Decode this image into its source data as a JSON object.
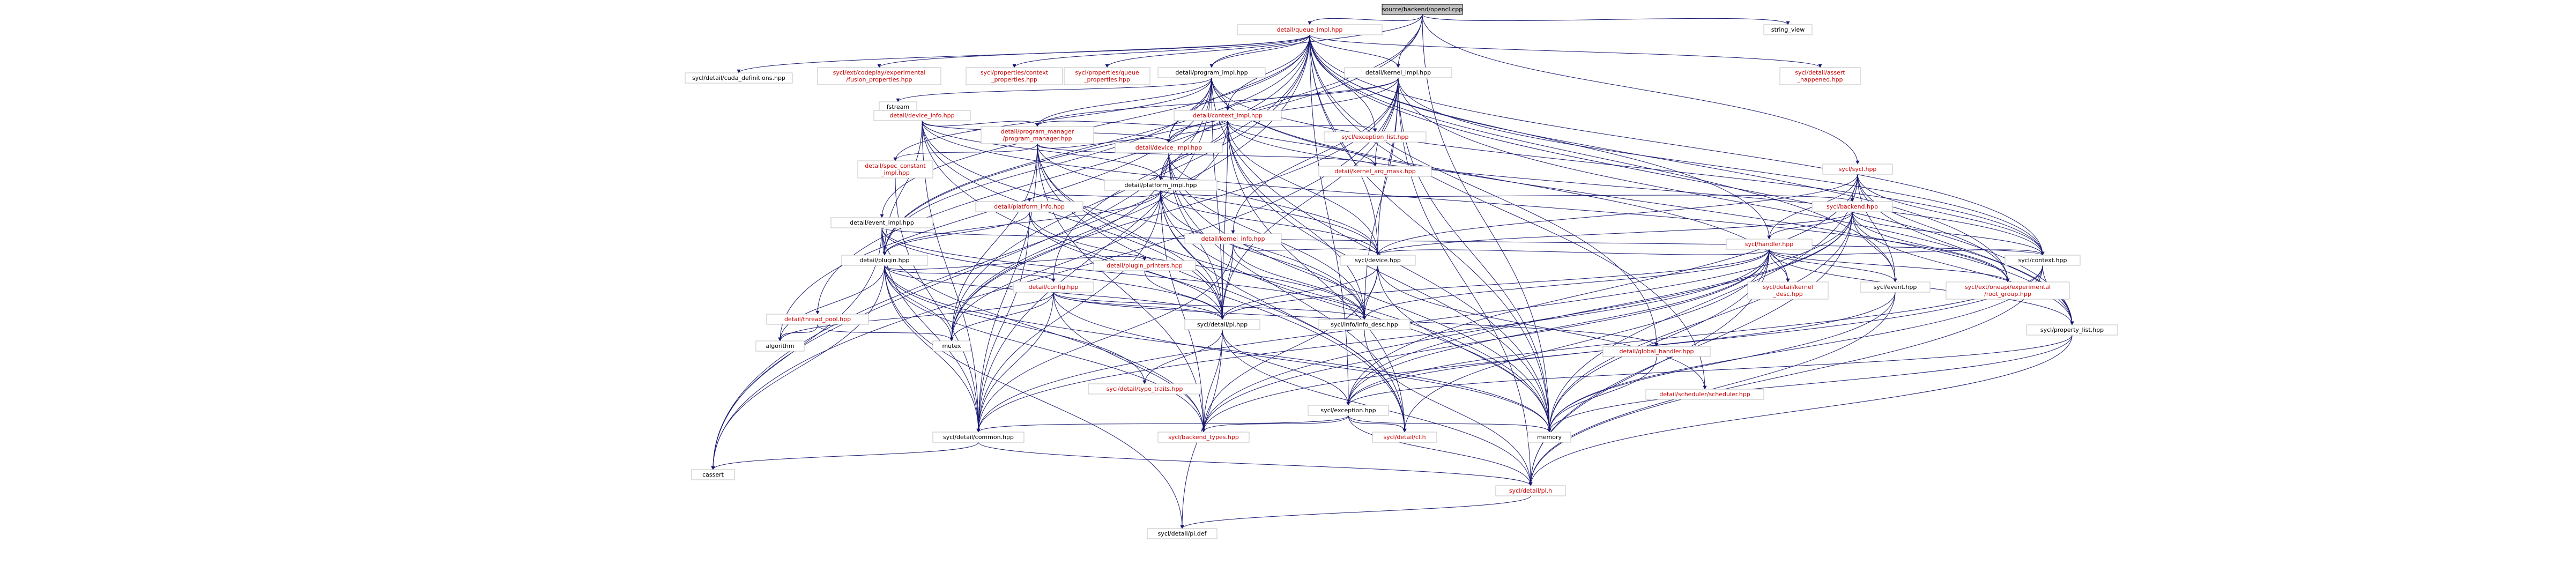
{
  "graph": {
    "root": "source/backend/opencl.cpp",
    "nodes": [
      {
        "id": "root",
        "lines": [
          "source/backend/opencl.cpp"
        ],
        "color": "black",
        "root": true
      },
      {
        "id": "queue",
        "lines": [
          "detail/queue_impl.hpp"
        ],
        "color": "red"
      },
      {
        "id": "strview",
        "lines": [
          "string_view"
        ],
        "color": "black"
      },
      {
        "id": "cuda",
        "lines": [
          "sycl/detail/cuda_definitions.hpp"
        ],
        "color": "black"
      },
      {
        "id": "fusion",
        "lines": [
          "sycl/ext/codeplay/experimental",
          "/fusion_properties.hpp"
        ],
        "color": "red"
      },
      {
        "id": "ctxprops",
        "lines": [
          "sycl/properties/context",
          "_properties.hpp"
        ],
        "color": "red"
      },
      {
        "id": "qprops",
        "lines": [
          "sycl/properties/queue",
          "_properties.hpp"
        ],
        "color": "red"
      },
      {
        "id": "program",
        "lines": [
          "detail/program_impl.hpp"
        ],
        "color": "black"
      },
      {
        "id": "kernel",
        "lines": [
          "detail/kernel_impl.hpp"
        ],
        "color": "black"
      },
      {
        "id": "assert",
        "lines": [
          "sycl/detail/assert",
          "_happened.hpp"
        ],
        "color": "red"
      },
      {
        "id": "fstream",
        "lines": [
          "fstream"
        ],
        "color": "black"
      },
      {
        "id": "devinfo",
        "lines": [
          "detail/device_info.hpp"
        ],
        "color": "red"
      },
      {
        "id": "ctximpl",
        "lines": [
          "detail/context_impl.hpp"
        ],
        "color": "red"
      },
      {
        "id": "progmgr",
        "lines": [
          "detail/program_manager",
          "/program_manager.hpp"
        ],
        "color": "red"
      },
      {
        "id": "devimpl",
        "lines": [
          "detail/device_impl.hpp"
        ],
        "color": "red"
      },
      {
        "id": "exclist",
        "lines": [
          "sycl/exception_list.hpp"
        ],
        "color": "red"
      },
      {
        "id": "specconst",
        "lines": [
          "detail/spec_constant",
          "_impl.hpp"
        ],
        "color": "red"
      },
      {
        "id": "kargmask",
        "lines": [
          "detail/kernel_arg_mask.hpp"
        ],
        "color": "red"
      },
      {
        "id": "platimpl",
        "lines": [
          "detail/platform_impl.hpp"
        ],
        "color": "black"
      },
      {
        "id": "syclhpp",
        "lines": [
          "sycl/sycl.hpp"
        ],
        "color": "red"
      },
      {
        "id": "evimpl",
        "lines": [
          "detail/event_impl.hpp"
        ],
        "color": "black"
      },
      {
        "id": "platinfo",
        "lines": [
          "detail/platform_info.hpp"
        ],
        "color": "red"
      },
      {
        "id": "backend",
        "lines": [
          "sycl/backend.hpp"
        ],
        "color": "red"
      },
      {
        "id": "kinfo",
        "lines": [
          "detail/kernel_info.hpp"
        ],
        "color": "red"
      },
      {
        "id": "plugin",
        "lines": [
          "detail/plugin.hpp"
        ],
        "color": "black"
      },
      {
        "id": "handler",
        "lines": [
          "sycl/handler.hpp"
        ],
        "color": "red"
      },
      {
        "id": "threadpool",
        "lines": [
          "detail/thread_pool.hpp"
        ],
        "color": "red"
      },
      {
        "id": "config",
        "lines": [
          "detail/config.hpp"
        ],
        "color": "red"
      },
      {
        "id": "plugprint",
        "lines": [
          "detail/plugin_printers.hpp"
        ],
        "color": "red"
      },
      {
        "id": "device",
        "lines": [
          "sycl/device.hpp"
        ],
        "color": "black"
      },
      {
        "id": "kdesc",
        "lines": [
          "sycl/detail/kernel",
          "_desc.hpp"
        ],
        "color": "red"
      },
      {
        "id": "event",
        "lines": [
          "sycl/event.hpp"
        ],
        "color": "black"
      },
      {
        "id": "rootgroup",
        "lines": [
          "sycl/ext/oneapi/experimental",
          "/root_group.hpp"
        ],
        "color": "red"
      },
      {
        "id": "context",
        "lines": [
          "sycl/context.hpp"
        ],
        "color": "black"
      },
      {
        "id": "algorithm",
        "lines": [
          "algorithm"
        ],
        "color": "black"
      },
      {
        "id": "mutex",
        "lines": [
          "mutex"
        ],
        "color": "black"
      },
      {
        "id": "pihpp",
        "lines": [
          "sycl/detail/pi.hpp"
        ],
        "color": "black"
      },
      {
        "id": "infodesc",
        "lines": [
          "sycl/info/info_desc.hpp"
        ],
        "color": "black"
      },
      {
        "id": "globalh",
        "lines": [
          "detail/global_handler.hpp"
        ],
        "color": "red"
      },
      {
        "id": "proplist",
        "lines": [
          "sycl/property_list.hpp"
        ],
        "color": "black"
      },
      {
        "id": "sched",
        "lines": [
          "detail/scheduler/scheduler.hpp"
        ],
        "color": "red"
      },
      {
        "id": "typetraits",
        "lines": [
          "sycl/detail/type_traits.hpp"
        ],
        "color": "red"
      },
      {
        "id": "exception",
        "lines": [
          "sycl/exception.hpp"
        ],
        "color": "black"
      },
      {
        "id": "common",
        "lines": [
          "sycl/detail/common.hpp"
        ],
        "color": "black"
      },
      {
        "id": "btypes",
        "lines": [
          "sycl/backend_types.hpp"
        ],
        "color": "red"
      },
      {
        "id": "clh",
        "lines": [
          "sycl/detail/cl.h"
        ],
        "color": "red"
      },
      {
        "id": "memory",
        "lines": [
          "memory"
        ],
        "color": "black"
      },
      {
        "id": "cassert",
        "lines": [
          "cassert"
        ],
        "color": "black"
      },
      {
        "id": "pih",
        "lines": [
          "sycl/detail/pi.h"
        ],
        "color": "red"
      },
      {
        "id": "pidef",
        "lines": [
          "sycl/detail/pi.def"
        ],
        "color": "black"
      }
    ],
    "edges": [
      [
        "root",
        "queue"
      ],
      [
        "root",
        "strview"
      ],
      [
        "root",
        "syclhpp"
      ],
      [
        "root",
        "plugin"
      ],
      [
        "root",
        "platimpl"
      ],
      [
        "root",
        "memory"
      ],
      [
        "root",
        "program"
      ],
      [
        "root",
        "kernel"
      ],
      [
        "queue",
        "cuda"
      ],
      [
        "queue",
        "fusion"
      ],
      [
        "queue",
        "ctxprops"
      ],
      [
        "queue",
        "qprops"
      ],
      [
        "queue",
        "assert"
      ],
      [
        "queue",
        "kernel"
      ],
      [
        "queue",
        "program"
      ],
      [
        "queue",
        "ctximpl"
      ],
      [
        "queue",
        "devimpl"
      ],
      [
        "queue",
        "evimpl"
      ],
      [
        "queue",
        "plugin"
      ],
      [
        "queue",
        "threadpool"
      ],
      [
        "queue",
        "config"
      ],
      [
        "queue",
        "exclist"
      ],
      [
        "queue",
        "handler"
      ],
      [
        "queue",
        "device"
      ],
      [
        "queue",
        "context"
      ],
      [
        "queue",
        "proplist"
      ],
      [
        "queue",
        "exception"
      ],
      [
        "queue",
        "globalh"
      ],
      [
        "queue",
        "sched"
      ],
      [
        "queue",
        "memory"
      ],
      [
        "queue",
        "cassert"
      ],
      [
        "queue",
        "mutex"
      ],
      [
        "queue",
        "event"
      ],
      [
        "queue",
        "rootgroup"
      ],
      [
        "program",
        "fstream"
      ],
      [
        "program",
        "ctximpl"
      ],
      [
        "program",
        "devimpl"
      ],
      [
        "program",
        "progmgr"
      ],
      [
        "program",
        "specconst"
      ],
      [
        "program",
        "plugin"
      ],
      [
        "program",
        "kdesc"
      ],
      [
        "program",
        "context"
      ],
      [
        "program",
        "proplist"
      ],
      [
        "program",
        "memory"
      ],
      [
        "program",
        "pihpp"
      ],
      [
        "program",
        "common"
      ],
      [
        "program",
        "algorithm"
      ],
      [
        "program",
        "cassert"
      ],
      [
        "kernel",
        "ctximpl"
      ],
      [
        "kernel",
        "devimpl"
      ],
      [
        "kernel",
        "kargmask"
      ],
      [
        "kernel",
        "kinfo"
      ],
      [
        "kernel",
        "progmgr"
      ],
      [
        "kernel",
        "device"
      ],
      [
        "kernel",
        "pihpp"
      ],
      [
        "kernel",
        "infodesc"
      ],
      [
        "kernel",
        "memory"
      ],
      [
        "kernel",
        "pih"
      ],
      [
        "kernel",
        "cassert"
      ],
      [
        "kernel",
        "mutex"
      ],
      [
        "kernel",
        "context"
      ],
      [
        "kernel",
        "proplist"
      ],
      [
        "devinfo",
        "devimpl"
      ],
      [
        "devinfo",
        "progmgr"
      ],
      [
        "devinfo",
        "platimpl"
      ],
      [
        "devinfo",
        "plugin"
      ],
      [
        "devinfo",
        "pihpp"
      ],
      [
        "devinfo",
        "infodesc"
      ],
      [
        "devinfo",
        "rootgroup"
      ],
      [
        "devinfo",
        "common"
      ],
      [
        "devinfo",
        "clh"
      ],
      [
        "ctximpl",
        "progmgr"
      ],
      [
        "ctximpl",
        "devimpl"
      ],
      [
        "ctximpl",
        "platimpl"
      ],
      [
        "ctximpl",
        "exclist"
      ],
      [
        "ctximpl",
        "kargmask"
      ],
      [
        "ctximpl",
        "context"
      ],
      [
        "ctximpl",
        "infodesc"
      ],
      [
        "ctximpl",
        "pihpp"
      ],
      [
        "ctximpl",
        "memory"
      ],
      [
        "ctximpl",
        "mutex"
      ],
      [
        "ctximpl",
        "clh"
      ],
      [
        "ctximpl",
        "device"
      ],
      [
        "progmgr",
        "specconst"
      ],
      [
        "progmgr",
        "devimpl"
      ],
      [
        "progmgr",
        "kargmask"
      ],
      [
        "progmgr",
        "device"
      ],
      [
        "progmgr",
        "pihpp"
      ],
      [
        "progmgr",
        "common"
      ],
      [
        "progmgr",
        "memory"
      ],
      [
        "progmgr",
        "mutex"
      ],
      [
        "progmgr",
        "btypes"
      ],
      [
        "progmgr",
        "clh"
      ],
      [
        "devimpl",
        "platimpl"
      ],
      [
        "devimpl",
        "pihpp"
      ],
      [
        "devimpl",
        "device"
      ],
      [
        "devimpl",
        "infodesc"
      ],
      [
        "devimpl",
        "memory"
      ],
      [
        "devimpl",
        "mutex"
      ],
      [
        "devimpl",
        "clh"
      ],
      [
        "specconst",
        "common"
      ],
      [
        "platimpl",
        "platinfo"
      ],
      [
        "platimpl",
        "plugin"
      ],
      [
        "platimpl",
        "pihpp"
      ],
      [
        "platimpl",
        "infodesc"
      ],
      [
        "platimpl",
        "device"
      ],
      [
        "platimpl",
        "backend"
      ],
      [
        "platimpl",
        "common"
      ],
      [
        "platimpl",
        "memory"
      ],
      [
        "platimpl",
        "btypes"
      ],
      [
        "platimpl",
        "clh"
      ],
      [
        "platimpl",
        "mutex"
      ],
      [
        "syclhpp",
        "backend"
      ],
      [
        "syclhpp",
        "handler"
      ],
      [
        "syclhpp",
        "device"
      ],
      [
        "syclhpp",
        "event"
      ],
      [
        "syclhpp",
        "context"
      ],
      [
        "syclhpp",
        "proplist"
      ],
      [
        "syclhpp",
        "exception"
      ],
      [
        "syclhpp",
        "rootgroup"
      ],
      [
        "syclhpp",
        "memory"
      ],
      [
        "evimpl",
        "plugin"
      ],
      [
        "evimpl",
        "infodesc"
      ],
      [
        "evimpl",
        "pihpp"
      ],
      [
        "evimpl",
        "cassert"
      ],
      [
        "evimpl",
        "context"
      ],
      [
        "evimpl",
        "btypes"
      ],
      [
        "evimpl",
        "common"
      ],
      [
        "platinfo",
        "plugin"
      ],
      [
        "platinfo",
        "pihpp"
      ],
      [
        "platinfo",
        "infodesc"
      ],
      [
        "platinfo",
        "common"
      ],
      [
        "backend",
        "handler"
      ],
      [
        "backend",
        "device"
      ],
      [
        "backend",
        "event"
      ],
      [
        "backend",
        "context"
      ],
      [
        "backend",
        "proplist"
      ],
      [
        "backend",
        "exception"
      ],
      [
        "backend",
        "memory"
      ],
      [
        "backend",
        "pih"
      ],
      [
        "backend",
        "btypes"
      ],
      [
        "backend",
        "common"
      ],
      [
        "backend",
        "rootgroup"
      ],
      [
        "kinfo",
        "device"
      ],
      [
        "kinfo",
        "pihpp"
      ],
      [
        "kinfo",
        "infodesc"
      ],
      [
        "kinfo",
        "common"
      ],
      [
        "plugin",
        "config"
      ],
      [
        "plugin",
        "plugprint"
      ],
      [
        "plugin",
        "pihpp"
      ],
      [
        "plugin",
        "mutex"
      ],
      [
        "plugin",
        "algorithm"
      ],
      [
        "plugin",
        "memory"
      ],
      [
        "plugin",
        "common"
      ],
      [
        "plugin",
        "btypes"
      ],
      [
        "plugin",
        "pidef"
      ],
      [
        "plugin",
        "cassert"
      ],
      [
        "plugin",
        "typetraits"
      ],
      [
        "handler",
        "kdesc"
      ],
      [
        "handler",
        "device"
      ],
      [
        "handler",
        "event"
      ],
      [
        "handler",
        "context"
      ],
      [
        "handler",
        "proplist"
      ],
      [
        "handler",
        "exception"
      ],
      [
        "handler",
        "rootgroup"
      ],
      [
        "handler",
        "infodesc"
      ],
      [
        "handler",
        "pihpp"
      ],
      [
        "handler",
        "memory"
      ],
      [
        "handler",
        "pih"
      ],
      [
        "handler",
        "common"
      ],
      [
        "handler",
        "btypes"
      ],
      [
        "handler",
        "clh"
      ],
      [
        "threadpool",
        "mutex"
      ],
      [
        "threadpool",
        "algorithm"
      ],
      [
        "config",
        "pihpp"
      ],
      [
        "config",
        "algorithm"
      ],
      [
        "config",
        "mutex"
      ],
      [
        "config",
        "infodesc"
      ],
      [
        "config",
        "globalh"
      ],
      [
        "config",
        "common"
      ],
      [
        "config",
        "btypes"
      ],
      [
        "config",
        "memory"
      ],
      [
        "plugprint",
        "pihpp"
      ],
      [
        "device",
        "pihpp"
      ],
      [
        "device",
        "infodesc"
      ],
      [
        "device",
        "btypes"
      ],
      [
        "device",
        "memory"
      ],
      [
        "device",
        "sched"
      ],
      [
        "event",
        "exception"
      ],
      [
        "event",
        "memory"
      ],
      [
        "event",
        "pih"
      ],
      [
        "context",
        "proplist"
      ],
      [
        "context",
        "exception"
      ],
      [
        "context",
        "memory"
      ],
      [
        "context",
        "pih"
      ],
      [
        "context",
        "btypes"
      ],
      [
        "pihpp",
        "pih"
      ],
      [
        "pihpp",
        "pidef"
      ],
      [
        "pihpp",
        "btypes"
      ],
      [
        "pihpp",
        "typetraits"
      ],
      [
        "pihpp",
        "exception"
      ],
      [
        "infodesc",
        "pih"
      ],
      [
        "globalh",
        "memory"
      ],
      [
        "proplist",
        "exception"
      ],
      [
        "proplist",
        "memory"
      ],
      [
        "proplist",
        "pih"
      ],
      [
        "exception",
        "common"
      ],
      [
        "exception",
        "btypes"
      ],
      [
        "exception",
        "clh"
      ],
      [
        "exception",
        "memory"
      ],
      [
        "exception",
        "pih"
      ],
      [
        "common",
        "cassert"
      ],
      [
        "common",
        "pih"
      ],
      [
        "pih",
        "pidef"
      ]
    ]
  }
}
